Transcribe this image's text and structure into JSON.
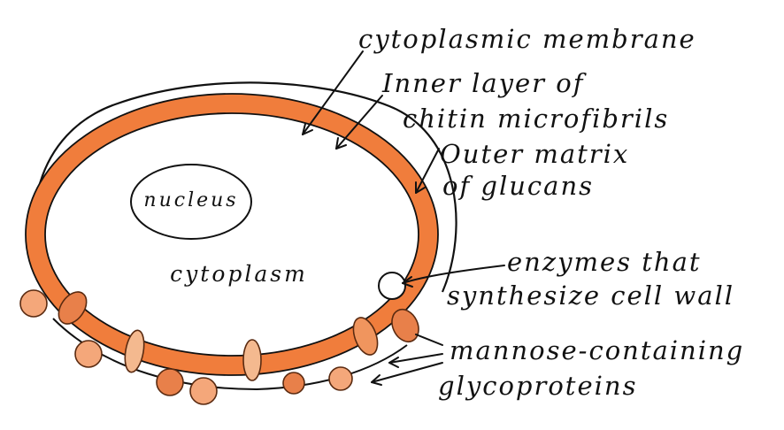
{
  "diagram": {
    "labels": {
      "cytoplasmic_membrane": "cytoplasmic membrane",
      "inner_layer_line1": "Inner layer of",
      "inner_layer_line2": "chitin microfibrils",
      "outer_matrix_line1": "Outer matrix",
      "outer_matrix_line2": "of glucans",
      "enzymes_line1": "enzymes that",
      "enzymes_line2": "synthesize cell wall",
      "mannose_line1": "mannose-containing",
      "mannose_line2": "glycoproteins",
      "nucleus": "nucleus",
      "cytoplasm": "cytoplasm"
    },
    "colors": {
      "chitin_layer": "#f07d3c",
      "chitin_layer_dark": "#c9551d",
      "bead_fill": "#f4a77a",
      "bead_fill_dark": "#e8804a",
      "outline": "#111111",
      "background": "#ffffff"
    }
  }
}
